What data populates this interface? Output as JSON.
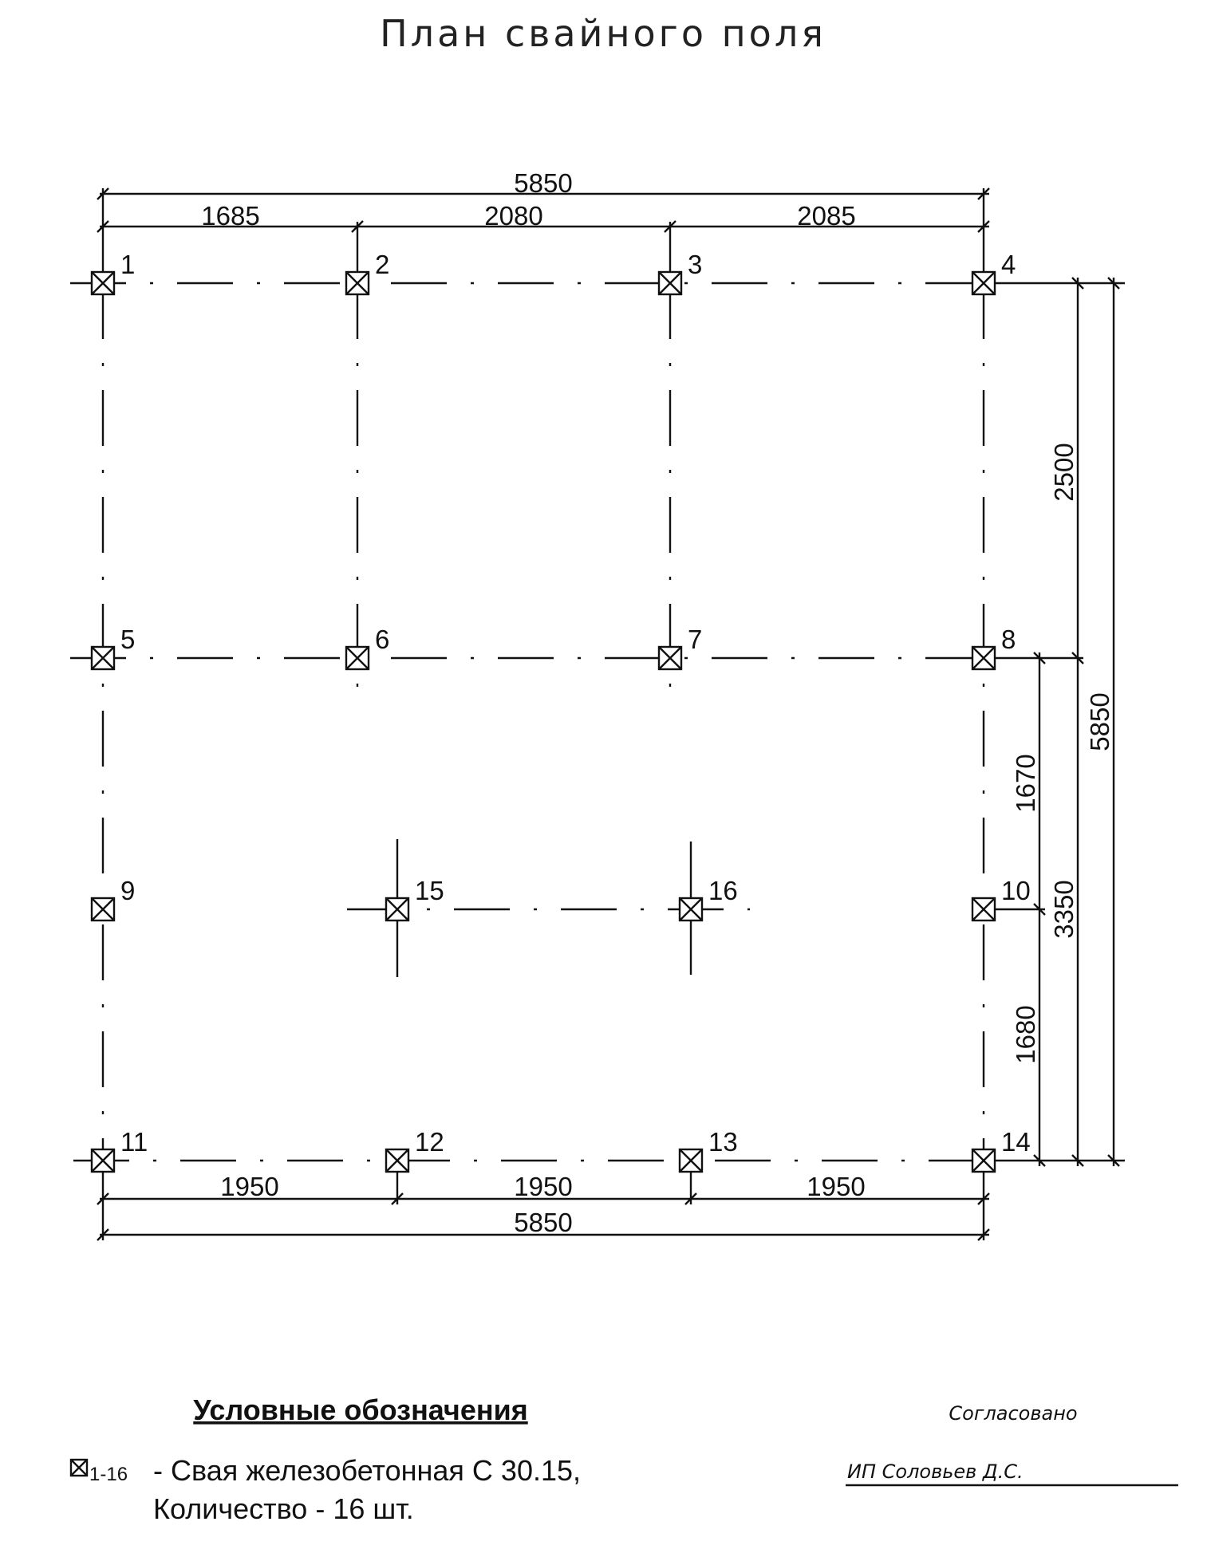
{
  "title": "План свайного поля",
  "top_dimensions": {
    "total": "5850",
    "segments": [
      "1685",
      "2080",
      "2085"
    ]
  },
  "bottom_dimensions": {
    "total": "5850",
    "segments": [
      "1950",
      "1950",
      "1950"
    ]
  },
  "right_dimensions": {
    "total": "5850",
    "upper": "2500",
    "lower_total": "3350",
    "lower_segments": [
      "1670",
      "1680"
    ]
  },
  "piles": [
    {
      "label": "1"
    },
    {
      "label": "2"
    },
    {
      "label": "3"
    },
    {
      "label": "4"
    },
    {
      "label": "5"
    },
    {
      "label": "6"
    },
    {
      "label": "7"
    },
    {
      "label": "8"
    },
    {
      "label": "9"
    },
    {
      "label": "10"
    },
    {
      "label": "11"
    },
    {
      "label": "12"
    },
    {
      "label": "13"
    },
    {
      "label": "14"
    },
    {
      "label": "15"
    },
    {
      "label": "16"
    }
  ],
  "legend": {
    "title": "Условные обозначения",
    "symbol_range": "1-16",
    "line1": "- Свая железобетонная  С 30.15,",
    "line2": "Количество - 16 шт."
  },
  "approval": {
    "label": "Согласовано",
    "signer": "ИП Соловьев Д.С."
  }
}
